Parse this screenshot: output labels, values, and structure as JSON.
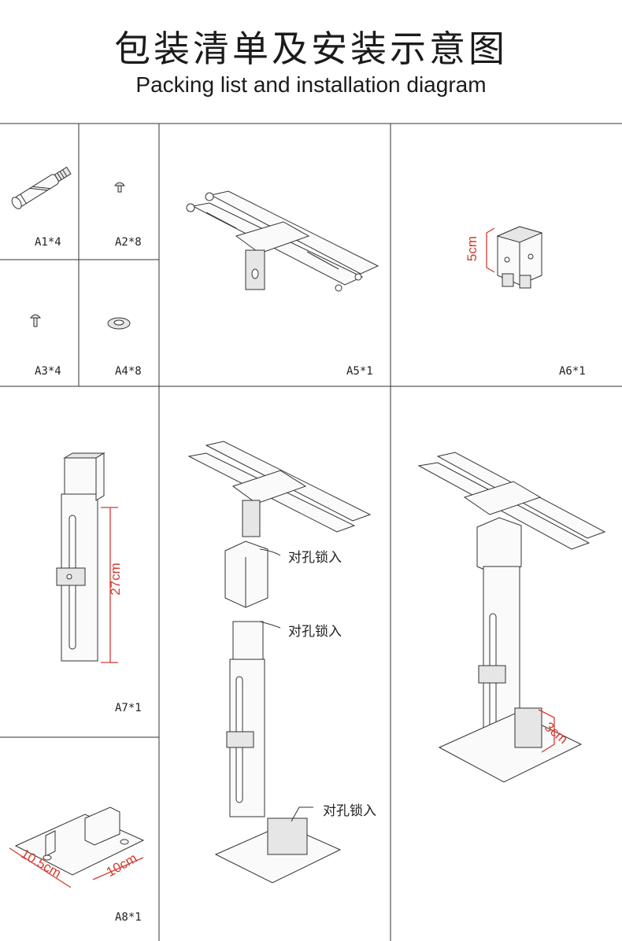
{
  "header": {
    "title_cn": "包装清单及安装示意图",
    "title_en": "Packing list and installation diagram"
  },
  "parts": {
    "a1": "A1*4",
    "a2": "A2*8",
    "a3": "A3*4",
    "a4": "A4*8",
    "a5": "A5*1",
    "a6": "A6*1",
    "a7": "A7*1",
    "a8": "A8*1"
  },
  "dimensions": {
    "a6_height": "5cm",
    "a7_length": "27cm",
    "a8_width": "10.5cm",
    "a8_depth": "10cm",
    "assembled_base": "3cm"
  },
  "callouts": {
    "step1": "对孔锁入",
    "step2": "对孔锁入",
    "step3": "对孔锁入"
  }
}
